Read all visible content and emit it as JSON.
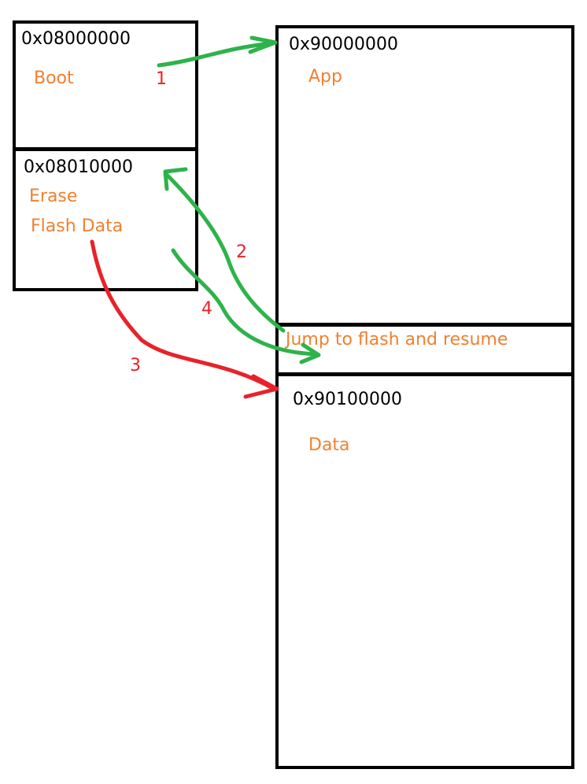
{
  "left": {
    "boot": {
      "address": "0x08000000",
      "label": "Boot"
    },
    "erase": {
      "address": "0x08010000",
      "labels": [
        "Erase",
        "Flash Data"
      ]
    }
  },
  "right": {
    "app": {
      "address": "0x90000000",
      "label": "App"
    },
    "jump": {
      "label": "Jump to flash and resume"
    },
    "data": {
      "address": "0x90100000",
      "label": "Data"
    }
  },
  "steps": [
    "1",
    "2",
    "3",
    "4"
  ],
  "colors": {
    "label": "#f08030",
    "step": "#e8222a",
    "green_arrow": "#2db34a",
    "red_arrow": "#e8222a",
    "border": "#000000"
  }
}
